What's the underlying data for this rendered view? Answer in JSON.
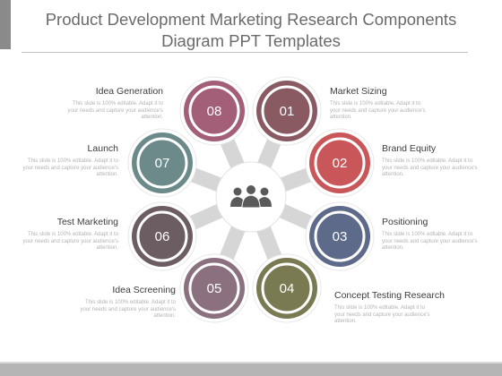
{
  "title": "Product Development Marketing Research Components Diagram PPT Templates",
  "center_icon": "people-group-icon",
  "description_text": "This slide is 100% editable. Adapt it to your needs and capture your audience's attention.",
  "components": [
    {
      "number": "01",
      "label": "Market Sizing",
      "color": "#8a5a63"
    },
    {
      "number": "02",
      "label": "Brand Equity",
      "color": "#c9575a"
    },
    {
      "number": "03",
      "label": "Positioning",
      "color": "#5e6a8a"
    },
    {
      "number": "04",
      "label": "Concept Testing Research",
      "color": "#7a7a52"
    },
    {
      "number": "05",
      "label": "Idea Screening",
      "color": "#8b7080"
    },
    {
      "number": "06",
      "label": "Test Marketing",
      "color": "#6c5d63"
    },
    {
      "number": "07",
      "label": "Launch",
      "color": "#6c8a8a"
    },
    {
      "number": "08",
      "label": "Idea Generation",
      "color": "#a35e78"
    }
  ]
}
